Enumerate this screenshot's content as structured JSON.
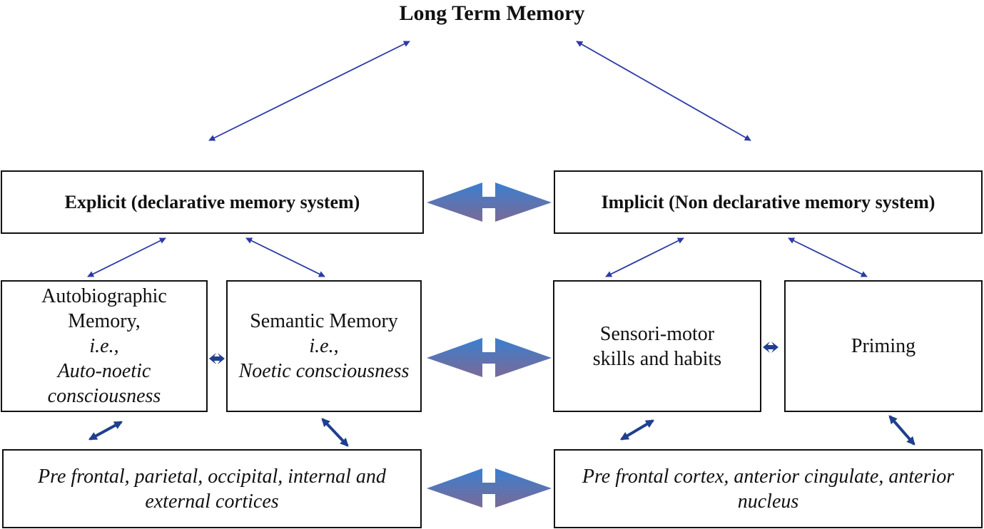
{
  "title": "Long Term Memory",
  "explicit": {
    "label": "Explicit (declarative memory system)"
  },
  "implicit": {
    "label": "Implicit (Non declarative memory system)"
  },
  "autobiographic": {
    "line1": "Autobiographic",
    "line2": "Memory,",
    "line3": "i.e.,",
    "line4": "Auto-noetic",
    "line5": "consciousness"
  },
  "semantic": {
    "line1": "Semantic Memory",
    "line2": "i.e.,",
    "line3": "Noetic consciousness"
  },
  "sensorimotor": {
    "line1": "Sensori-motor",
    "line2": "skills and habits"
  },
  "priming": {
    "label": "Priming"
  },
  "cortices_left": {
    "line1": "Pre frontal, parietal, occipital, internal and",
    "line2": "external cortices"
  },
  "cortices_right": {
    "line1": "Pre frontal cortex, anterior cingulate, anterior",
    "line2": "nucleus"
  },
  "colors": {
    "arrow_line": "#2b3aa6",
    "big_arrow_top": "#3a7fd0",
    "big_arrow_bottom": "#7a6a96",
    "small_arrow": "#1f3f8f"
  }
}
